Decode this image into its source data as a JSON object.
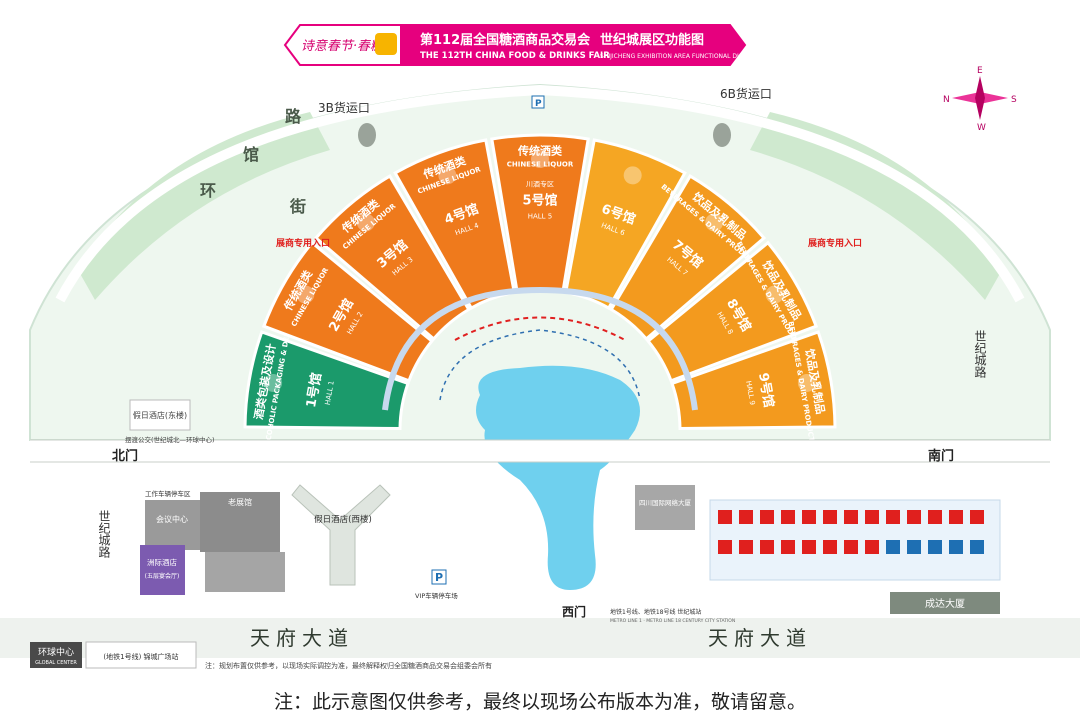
{
  "banner": {
    "title_cn": "第112届全国糖酒商品交易会",
    "title_en": "THE 112TH CHINA FOOD & DRINKS FAIR",
    "subtitle_cn": "世纪城展区功能图",
    "subtitle_en": "SHIJICHENG EXHIBITION AREA FUNCTIONAL DIAGRAM",
    "slogan": "诗意春节·春糖",
    "color": "#e6007e"
  },
  "compass": {
    "n": "N",
    "s": "S",
    "e": "E",
    "w": "W"
  },
  "roads": {
    "huanguan_1": "环",
    "huanguan_2": "馆",
    "huanguan_3": "路",
    "huanguan_4": "街",
    "shiji_right": "世纪城路",
    "shiji_left": "世纪城路",
    "tianfu_left": "天府大道",
    "tianfu_right": "天府大道"
  },
  "gates": {
    "north": "北门",
    "south": "南门",
    "west": "西门",
    "cargo_3b": "3B货运口",
    "cargo_6b": "6B货运口",
    "vip_left": "展商专用入口",
    "vip_right": "展商专用入口"
  },
  "halls": [
    {
      "id": "1",
      "cat_cn": "酒类包装及设计",
      "cat_en": "ALCOHOLIC PACKAGING & DESIGN",
      "hall_cn": "1号馆",
      "hall_en": "HALL 1",
      "color": "#1b9a6b"
    },
    {
      "id": "2",
      "cat_cn": "传统酒类",
      "cat_en": "CHINESE LIQUOR",
      "hall_cn": "2号馆",
      "hall_en": "HALL 2",
      "color": "#ef7a1c"
    },
    {
      "id": "3",
      "cat_cn": "传统酒类",
      "cat_en": "CHINESE LIQUOR",
      "hall_cn": "3号馆",
      "hall_en": "HALL 3",
      "color": "#ef7a1c"
    },
    {
      "id": "4",
      "cat_cn": "传统酒类",
      "cat_en": "CHINESE LIQUOR",
      "hall_cn": "4号馆",
      "hall_en": "HALL 4",
      "color": "#ef7a1c"
    },
    {
      "id": "5",
      "cat_cn": "传统酒类",
      "cat_en": "CHINESE LIQUOR",
      "hall_cn": "5号馆",
      "hall_en": "HALL 5",
      "note": "川酒专区",
      "color": "#ef7a1c"
    },
    {
      "id": "6",
      "cat_cn": "",
      "cat_en": "",
      "hall_cn": "6号馆",
      "hall_en": "HALL 6",
      "color": "#f5a623"
    },
    {
      "id": "7",
      "cat_cn": "饮品及乳制品",
      "cat_en": "BEVERAGES & DAIRY PRODUCTS",
      "hall_cn": "7号馆",
      "hall_en": "HALL 7",
      "color": "#f39a1e"
    },
    {
      "id": "8",
      "cat_cn": "饮品及乳制品",
      "cat_en": "BEVERAGES & DAIRY PRODUCTS",
      "hall_cn": "8号馆",
      "hall_en": "HALL 8",
      "color": "#f39a1e"
    },
    {
      "id": "9",
      "cat_cn": "饮品及乳制品",
      "cat_en": "BEVERAGES & DAIRY PRODUCTS",
      "hall_cn": "9号馆",
      "hall_en": "HALL 9",
      "color": "#f39a1e"
    }
  ],
  "buildings": {
    "hotel_east": "假日酒店(东楼)",
    "hotel_west": "假日酒店(西楼)",
    "conference": "会议中心",
    "old_hall": "老展馆",
    "resort": "洲际酒店",
    "resort_sub": "(五层宴会厅)",
    "press": "工作车辆停车区",
    "sichuan_building": "四川国际网络大厦",
    "chengda": "成达大厦",
    "vip_parking": "VIP车辆停车场",
    "bus_stop": "摆渡公交(世纪城北—环球中心)"
  },
  "bottom_bar": {
    "global_center": "环球中心",
    "global_center_en": "GLOBAL CENTER",
    "metro_1": "(地铁1号线) 锦城广场站",
    "metro_century": "地铁1号线、地铁18号线 世纪城站",
    "metro_century_en": "METRO LINE 1 · METRO LINE 18 CENTURY CITY STATION",
    "disclaimer": "注：规划布置仅供参考，以现场实际调控为准，最终解释权归全国糖酒商品交易会组委会所有"
  },
  "footnote": "注：此示意图仅供参考，最终以现场公布版本为准，敬请留意。"
}
